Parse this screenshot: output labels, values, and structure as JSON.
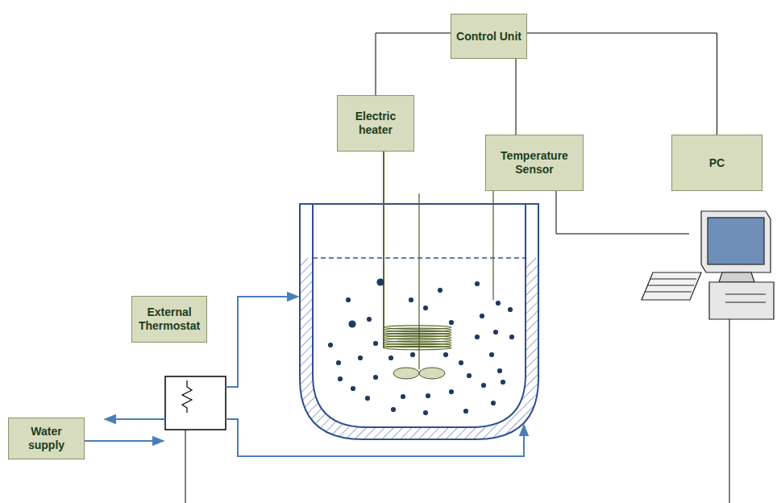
{
  "diagram": {
    "nodes": [
      {
        "text": [
          "Control Unit"
        ]
      },
      {
        "text": [
          "Electric heater"
        ]
      },
      {
        "text": [
          "Temperature Sensor"
        ]
      },
      {
        "text": [
          "PC"
        ]
      },
      {
        "text": [
          "External Thermostat"
        ]
      },
      {
        "text": [
          "Water supply"
        ]
      }
    ],
    "edges": [
      {
        "from": 0,
        "to": 1,
        "arrow": "none"
      },
      {
        "from": 0,
        "to": 2,
        "arrow": "none"
      },
      {
        "from": 0,
        "to": 3,
        "arrow": "none"
      }
    ]
  }
}
